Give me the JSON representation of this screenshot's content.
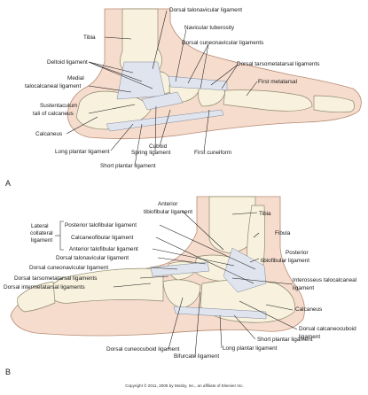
{
  "panel_a": {
    "letter": "A",
    "labels": {
      "dorsal_talonavicular": "Dorsal talonavicular ligament",
      "tibia": "Tibia",
      "navicular_tuberosity": "Navicular tuberosity",
      "dorsal_cuneonavicular": "Dorsal cuneonavicular ligaments",
      "deltoid": "Deltoid ligament",
      "dorsal_tarsometatarsal": "Dorsal tarsometatarsal ligaments",
      "medial_talocalcaneal_1": "Medial",
      "medial_talocalcaneal_2": "talocalcaneal ligament",
      "first_metatarsal": "First metatarsal",
      "sustentaculum_1": "Sustentaculum",
      "sustentaculum_2": "tali of calcaneus",
      "calcaneus": "Calcaneus",
      "cuboid": "Cuboid",
      "long_plantar": "Long plantar ligament",
      "spring": "Spring ligament",
      "first_cuneiform": "First cuneiform",
      "short_plantar": "Short plantar ligament"
    }
  },
  "panel_b": {
    "letter": "B",
    "labels": {
      "anterior_tibiofibular_1": "Anterior",
      "anterior_tibiofibular_2": "tibiofibular ligament",
      "tibia": "Tibia",
      "lateral_collateral_1": "Lateral",
      "lateral_collateral_2": "collateral",
      "lateral_collateral_3": "ligament",
      "posterior_talofibular": "Posterior talofibular ligament",
      "calcaneofibular": "Calcaneofibular ligament",
      "anterior_talofibular": "Anterior talofibular ligament",
      "fibula": "Fibula",
      "posterior_tibiofibular_1": "Posterior",
      "posterior_tibiofibular_2": "tibiofibular ligament",
      "dorsal_talonavicular": "Dorsal talonavicular ligament",
      "dorsal_cuneonavicular": "Dorsal cuneonavicular ligament",
      "dorsal_tarsometatarsal": "Dorsal tarsometatarsal ligaments",
      "dorsal_intermetatarsal": "Dorsal intermetatarsal ligaments",
      "interosseus_talocalcaneal_1": "Interosseus talocalcaneal",
      "interosseus_talocalcaneal_2": "ligament",
      "calcaneus": "Calcaneus",
      "dorsal_calcaneocuboid_1": "Dorsal calcaneocuboid",
      "dorsal_calcaneocuboid_2": "ligament",
      "short_plantar": "Short plantar ligament",
      "dorsal_cuneocuboid": "Dorsal cuneocuboid ligament",
      "long_plantar": "Long plantar ligament",
      "bifurcate": "Bifurcate ligament"
    }
  },
  "copyright": "Copyright © 2011, 2006 by Mosby, Inc., an affiliate of Elsevier Inc."
}
